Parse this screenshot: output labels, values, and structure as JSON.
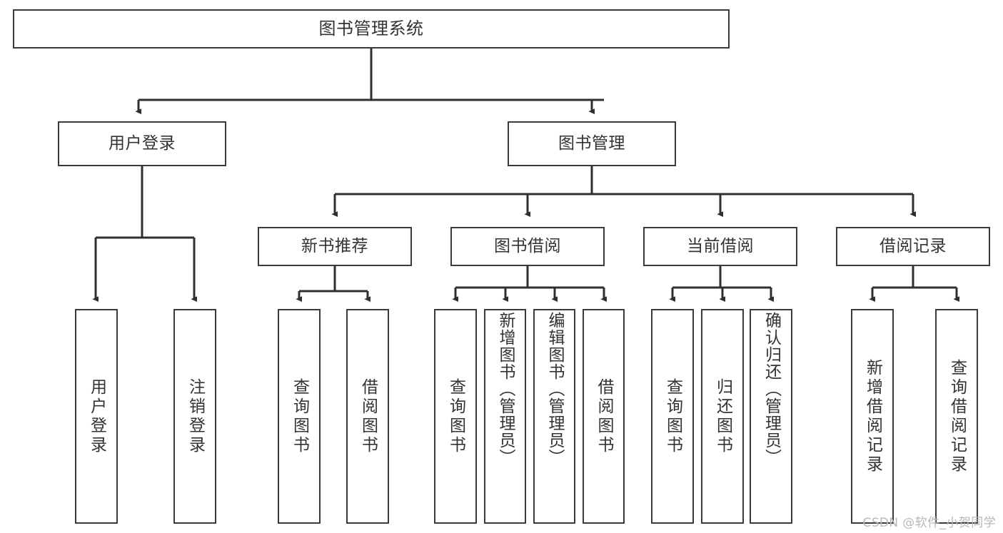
{
  "diagram": {
    "title": "图书管理系统",
    "type": "tree",
    "orientation": "top-down",
    "colors": {
      "node_border": "#3a3a3a",
      "node_fill": "#ffffff",
      "edge": "#2f2f2f",
      "text": "#333333",
      "watermark": "#b8b8b8",
      "background": "#ffffff"
    },
    "root": {
      "label": "图书管理系统"
    },
    "level2": [
      {
        "label": "用户登录"
      },
      {
        "label": "图书管理"
      }
    ],
    "level3": [
      {
        "label": "新书推荐"
      },
      {
        "label": "图书借阅"
      },
      {
        "label": "当前借阅"
      },
      {
        "label": "借阅记录"
      }
    ],
    "leaves": {
      "user_login": [
        {
          "label": "用户登录"
        },
        {
          "label": "注销登录"
        }
      ],
      "new_book_recommend": [
        {
          "label": "查询图书"
        },
        {
          "label": "借阅图书"
        }
      ],
      "book_borrow": [
        {
          "label": "查询图书"
        },
        {
          "label": "新增图书（管理员）"
        },
        {
          "label": "编辑图书（管理员）"
        },
        {
          "label": "借阅图书"
        }
      ],
      "current_borrow": [
        {
          "label": "查询图书"
        },
        {
          "label": "归还图书"
        },
        {
          "label": "确认归还（管理员）"
        }
      ],
      "borrow_record": [
        {
          "label": "新增借阅记录"
        },
        {
          "label": "查询借阅记录"
        }
      ]
    }
  },
  "watermark": {
    "text": "CSDN @软件_小贺同学"
  }
}
